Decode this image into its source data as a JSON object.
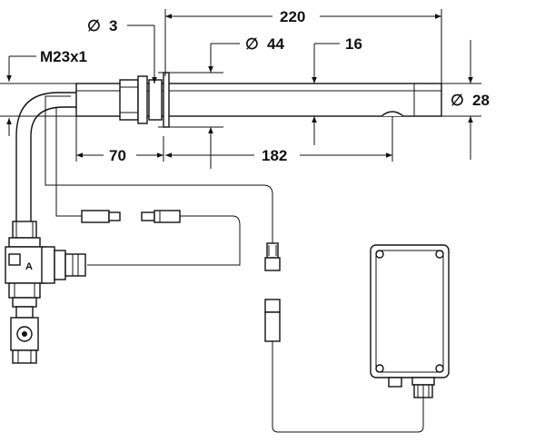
{
  "dimensions": {
    "d3": {
      "sym": "∅",
      "val": "3"
    },
    "len220": "220",
    "d44": {
      "sym": "∅",
      "val": "44"
    },
    "len16": "16",
    "thread": "M23x1",
    "d28": {
      "sym": "∅",
      "val": "28"
    },
    "len70": "70",
    "len182": "182"
  },
  "valve_label": "A"
}
